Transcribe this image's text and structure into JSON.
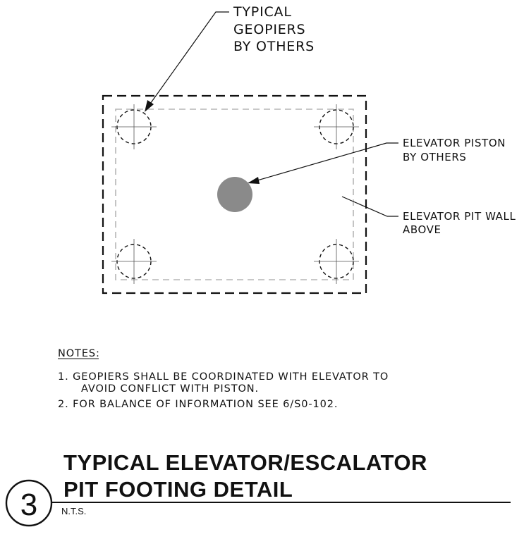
{
  "callouts": {
    "geopiers": [
      "TYPICAL",
      "GEOPIERS",
      "BY  OTHERS"
    ],
    "piston": [
      "ELEVATOR  PISTON",
      "BY  OTHERS"
    ],
    "pit_wall": [
      "ELEVATOR  PIT  WALL",
      "ABOVE"
    ]
  },
  "notes": {
    "heading": "NOTES:",
    "items": [
      "1.  GEOPIERS  SHALL  BE  COORDINATED  WITH  ELEVATOR  TO",
      "AVOID  CONFLICT  WITH  PISTON.",
      "2.  FOR  BALANCE  OF  INFORMATION  SEE  6/S0-102."
    ]
  },
  "title_block": {
    "number": "3",
    "title_line1": "TYPICAL ELEVATOR/ESCALATOR",
    "title_line2": "PIT FOOTING DETAIL",
    "scale": "N.T.S."
  },
  "colors": {
    "line": "#111111",
    "piston_fill": "#8a8a8a",
    "pit_wall": "#b5b5b5"
  }
}
